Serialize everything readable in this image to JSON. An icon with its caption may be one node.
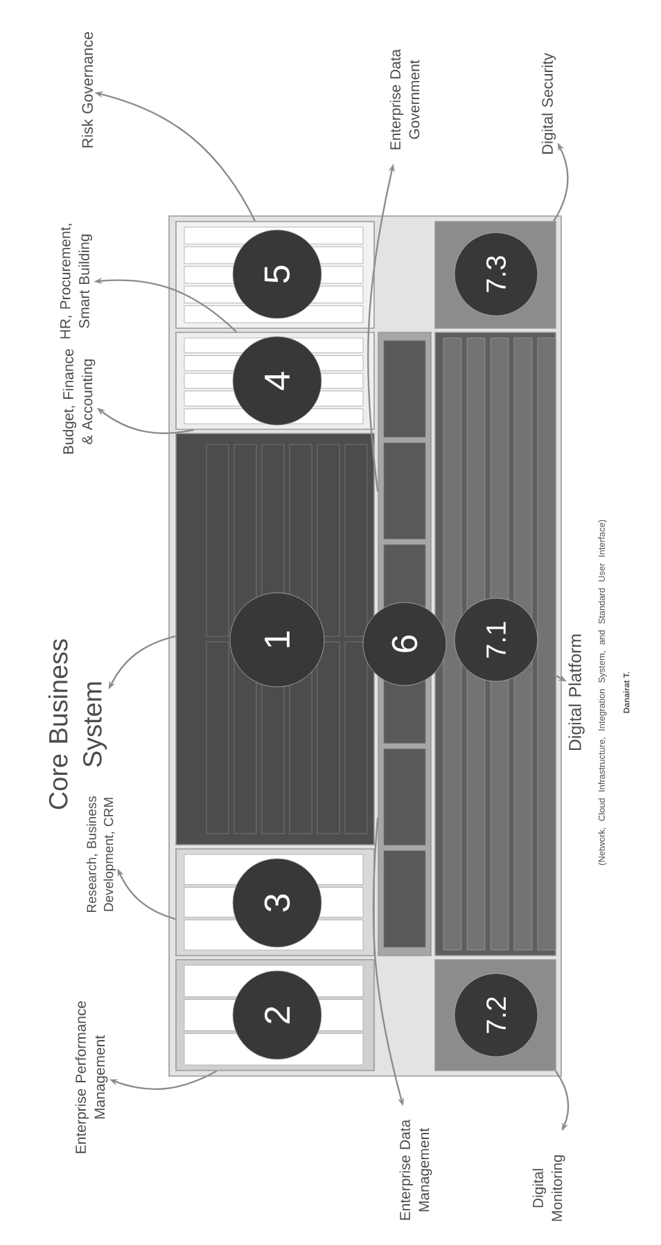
{
  "diagram": {
    "nodes": [
      {
        "text": [],
        "shape": "box"
      },
      {
        "text": [],
        "shape": "box",
        "in": 0
      },
      {
        "text": [
          "2"
        ],
        "in": 1
      },
      {
        "text": [],
        "shape": "box",
        "in": 0
      },
      {
        "text": [
          "3"
        ],
        "in": 3
      },
      {
        "text": [],
        "shape": "box",
        "in": 0
      },
      {
        "text": [
          "1"
        ],
        "in": 5
      },
      {
        "text": [],
        "shape": "box",
        "in": 0
      },
      {
        "text": [
          "4"
        ],
        "in": 7
      },
      {
        "text": [],
        "shape": "box",
        "in": 0
      },
      {
        "text": [
          "5"
        ],
        "in": 9
      },
      {
        "text": [],
        "shape": "box",
        "in": 0
      },
      {
        "text": [
          "6"
        ],
        "in": 0
      },
      {
        "text": [],
        "shape": "box",
        "in": 0
      },
      {
        "text": [
          "7.2"
        ],
        "in": 13
      },
      {
        "text": [],
        "shape": "box",
        "in": 0
      },
      {
        "text": [
          "7.1"
        ],
        "in": 15
      },
      {
        "text": [],
        "shape": "box",
        "in": 0
      },
      {
        "text": [
          "7.3"
        ],
        "in": 17
      },
      {
        "text": [
          "Enterprise Performance Management"
        ]
      },
      {
        "text": [
          "Research, Business Development, CRM"
        ]
      },
      {
        "text": [
          "Core Business System"
        ]
      },
      {
        "text": [
          "Budget, Finance & Accounting"
        ]
      },
      {
        "text": [
          "HR, Procurement, Smart Building"
        ]
      },
      {
        "text": [
          "Risk Governance"
        ]
      },
      {
        "text": [
          "Enterprise Data Government"
        ]
      },
      {
        "text": [
          "Enterprise Data Management"
        ]
      },
      {
        "text": [
          "Digital Monitoring"
        ]
      },
      {
        "text": [
          "Digital Platform",
          "(Network, Cloud Infrastructure, Integration System, and Standard User Interface)"
        ]
      },
      {
        "text": [
          "Digital Security"
        ]
      }
    ],
    "edges": [
      {
        "from": 1,
        "to": 19,
        "arrow": "to"
      },
      {
        "from": 3,
        "to": 20,
        "arrow": "to"
      },
      {
        "from": 5,
        "to": 21,
        "arrow": "to"
      },
      {
        "from": 7,
        "to": 22,
        "arrow": "to"
      },
      {
        "from": 7,
        "to": 23,
        "arrow": "to"
      },
      {
        "from": 9,
        "to": 24,
        "arrow": "to"
      },
      {
        "from": 11,
        "to": 25,
        "arrow": "to"
      },
      {
        "from": 11,
        "to": 26,
        "arrow": "to"
      },
      {
        "from": 13,
        "to": 27,
        "arrow": "to"
      },
      {
        "from": 15,
        "to": 28,
        "arrow": "to"
      },
      {
        "from": 17,
        "to": 29,
        "arrow": "to"
      }
    ],
    "labels": [
      "Danairat T."
    ]
  }
}
